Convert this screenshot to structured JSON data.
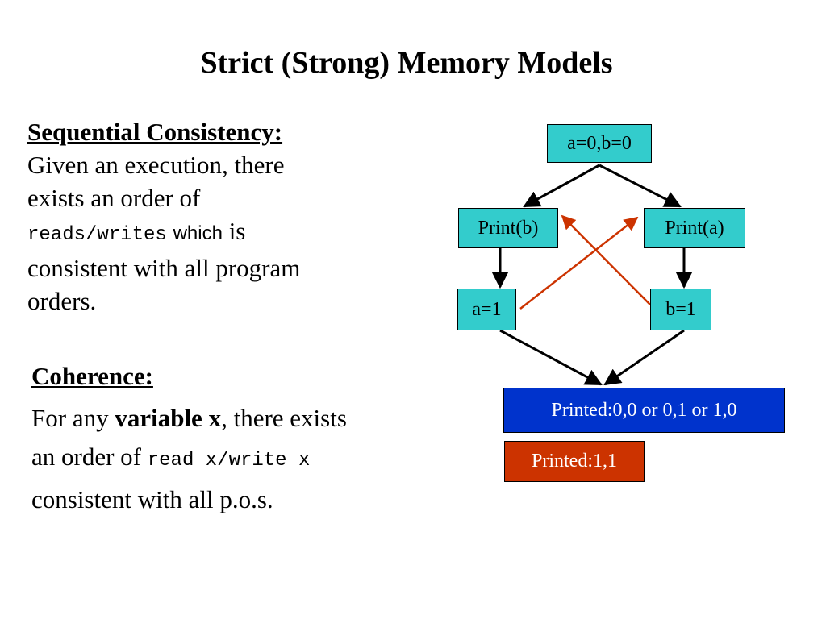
{
  "title": "Strict (Strong) Memory Models",
  "sequential_consistency": {
    "heading": "Sequential Consistency:",
    "line1": "Given an execution, there",
    "line2": "exists an order of",
    "code": "reads/writes",
    "which": "which",
    "is_word": "is",
    "line4": "consistent with all program",
    "line5": "orders."
  },
  "coherence": {
    "heading": "Coherence:",
    "text_pre": "For any",
    "bold_term": "variable x",
    "text_post": ", there exists",
    "line2_pre": "an order of",
    "code": "read x/write x",
    "line3": "consistent with all p.o.s."
  },
  "diagram": {
    "init": "a=0,b=0",
    "print_b": "Print(b)",
    "print_a": "Print(a)",
    "write_a": "a=1",
    "write_b": "b=1",
    "result_possible": "Printed:0,0 or 0,1 or 1,0",
    "result_impossible": "Printed:1,1"
  },
  "colors": {
    "node": "#33cccc",
    "result_possible": "#0033cc",
    "result_impossible": "#cc3300",
    "conflict_arrow": "#cc3300"
  }
}
